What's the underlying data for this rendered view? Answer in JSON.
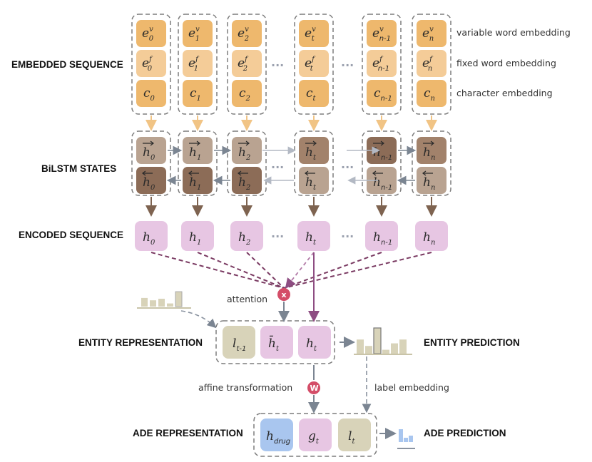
{
  "section_labels": {
    "embedded": "EMBEDDED SEQUENCE",
    "bilstm": "BiLSTM STATES",
    "encoded": "ENCODED SEQUENCE",
    "entity_rep": "ENTITY REPRESENTATION",
    "entity_pred": "ENTITY PREDICTION",
    "ade_rep": "ADE REPRESENTATION",
    "ade_pred": "ADE PREDICTION"
  },
  "row_descriptions": {
    "variable": "variable word embedding",
    "fixed": "fixed word embedding",
    "character": "character embedding"
  },
  "annotations": {
    "attention": "attention",
    "affine": "affine transformation",
    "label_embedding": "label embedding"
  },
  "operators": {
    "attention_symbol": "x",
    "affine_symbol": "W"
  },
  "ellipsis": "···",
  "columns": [
    "0",
    "1",
    "2",
    "t",
    "n-1",
    "n"
  ],
  "embedding_prefixes": {
    "variable": "e",
    "fixed": "e",
    "character": "c",
    "variable_sup": "v",
    "fixed_sup": "f"
  },
  "state_prefix": "h",
  "entity_cells": {
    "label": "l",
    "label_sub": "t-1",
    "hbar": "h̄",
    "hbar_sub": "t",
    "h": "h",
    "h_sub": "t"
  },
  "ade_cells": {
    "drug": "h",
    "drug_sub": "drug",
    "g": "g",
    "g_sub": "t",
    "l": "l",
    "l_sub": "t"
  },
  "colors": {
    "embedding": "#eeb86d",
    "embedding_light": "#f4cc98",
    "state_fwd": "#b9a391",
    "state_bwd": "#a2826b",
    "state_dark": "#8c6c57",
    "encoded": "#e7c6e3",
    "entity_label": "#d8d3b9",
    "drug": "#a9c6ef",
    "attention_circle": "#d44d68",
    "dashed_border": "#7d7d7d",
    "attention_line": "#7a3a62",
    "gray_arrow": "#7b8592"
  },
  "histograms": {
    "left_bars": [
      0.55,
      0.4,
      0.5,
      0.2,
      0.95
    ],
    "entity_bars": [
      0.55,
      0.3,
      1.0,
      0.15,
      0.4,
      0.55
    ],
    "ade_bars": [
      0.9,
      0.3,
      0.45
    ]
  }
}
